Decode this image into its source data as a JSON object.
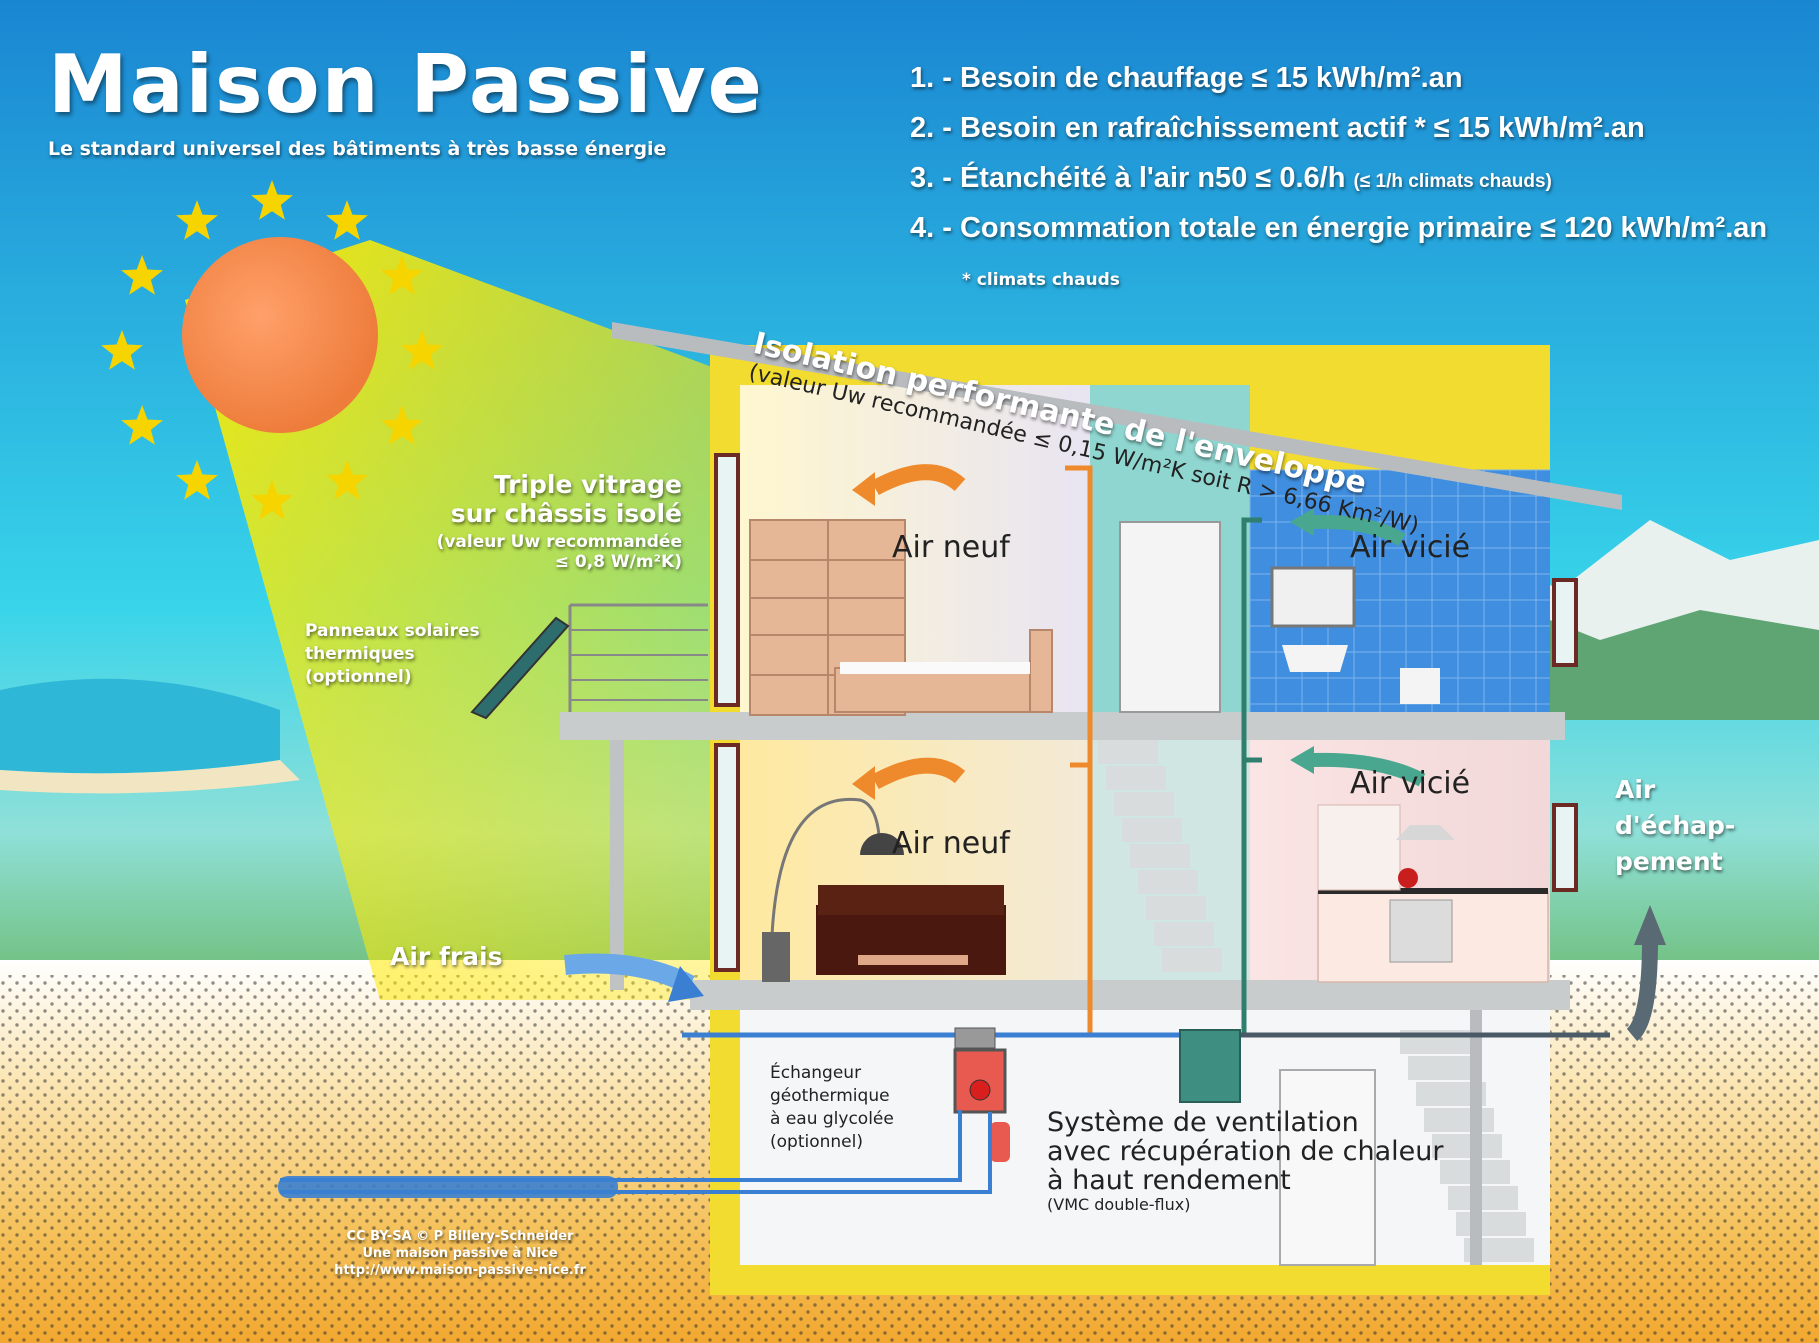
{
  "header": {
    "title": "Maison Passive",
    "subtitle": "Le standard universel des bâtiments à très basse énergie"
  },
  "requirements": [
    {
      "text": "1. - Besoin de chauffage  ≤ 15 kWh/m².an",
      "note": ""
    },
    {
      "text": "2. - Besoin  en rafraîchissement actif * ≤ 15 kWh/m².an",
      "note": ""
    },
    {
      "text": "3. - Étanchéité à l'air n50 ≤ 0.6/h",
      "note": "(≤ 1/h climats chauds)"
    },
    {
      "text": "4. - Consommation totale en énergie primaire ≤ 120 kWh/m².an",
      "note": ""
    }
  ],
  "footnote": "* climats chauds",
  "envelope": {
    "title": "Isolation performante de l'enveloppe",
    "detail": "(valeur Uw recommandée ≤ 0,15 W/m²K soit R > 6,66 Km²/W)"
  },
  "glazing": {
    "line1": "Triple vitrage",
    "line2": "sur châssis isolé",
    "line3": "(valeur Uw recommandée",
    "line4": "≤ 0,8 W/m²K)"
  },
  "solar_panels": {
    "line1": "Panneaux solaires",
    "line2": "thermiques",
    "line3": "(optionnel)"
  },
  "rooms": {
    "upper_left": "Air neuf",
    "upper_right": "Air vicié",
    "lower_left": "Air neuf",
    "lower_right": "Air vicié"
  },
  "air_intake": "Air frais",
  "air_exhaust": {
    "line1": "Air",
    "line2": "d'échap-",
    "line3": "pement"
  },
  "exchanger": {
    "line1": "Échangeur",
    "line2": "géothermique",
    "line3": "à eau glycolée",
    "line4": "(optionnel)"
  },
  "ventilation": {
    "line1": "Système de ventilation",
    "line2": "avec récupération de chaleur",
    "line3": "à haut rendement",
    "line4": "(VMC double-flux)"
  },
  "credits": {
    "line1": "CC BY-SA © P Billery-Schneider",
    "line2": "Une maison passive à Nice",
    "line3": "http://www.maison-passive-nice.fr"
  },
  "colors": {
    "sky_top": "#1d8fd6",
    "sky_bottom": "#37d6ea",
    "sun": "#f08a4b",
    "star": "#f5d400",
    "insulation": "#f2dc2f",
    "fresh_air": "#ee8a2c",
    "stale_air": "#2f7f6e",
    "intake_pipe": "#3a7fd2",
    "ground": "#f2b23a"
  }
}
